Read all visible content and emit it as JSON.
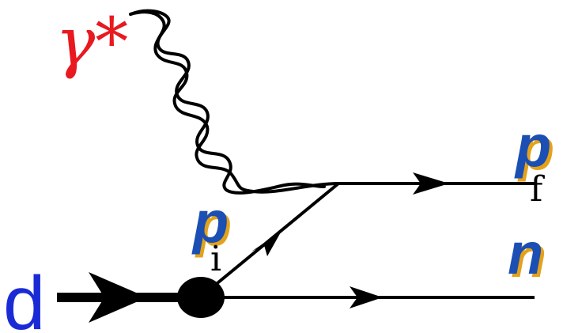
{
  "labels": {
    "photon": "γ*",
    "deuteron": "d",
    "initial_proton": "p",
    "initial_proton_subscript": "i",
    "final_proton": "p",
    "final_proton_subscript": "f",
    "neutron": "n"
  },
  "colors": {
    "line": "#000000",
    "photon_label": "#e8191f",
    "deuteron_label": "#1a2bd6",
    "particle_fill": "#1b4fb3",
    "particle_shadow": "#e3a21a"
  }
}
